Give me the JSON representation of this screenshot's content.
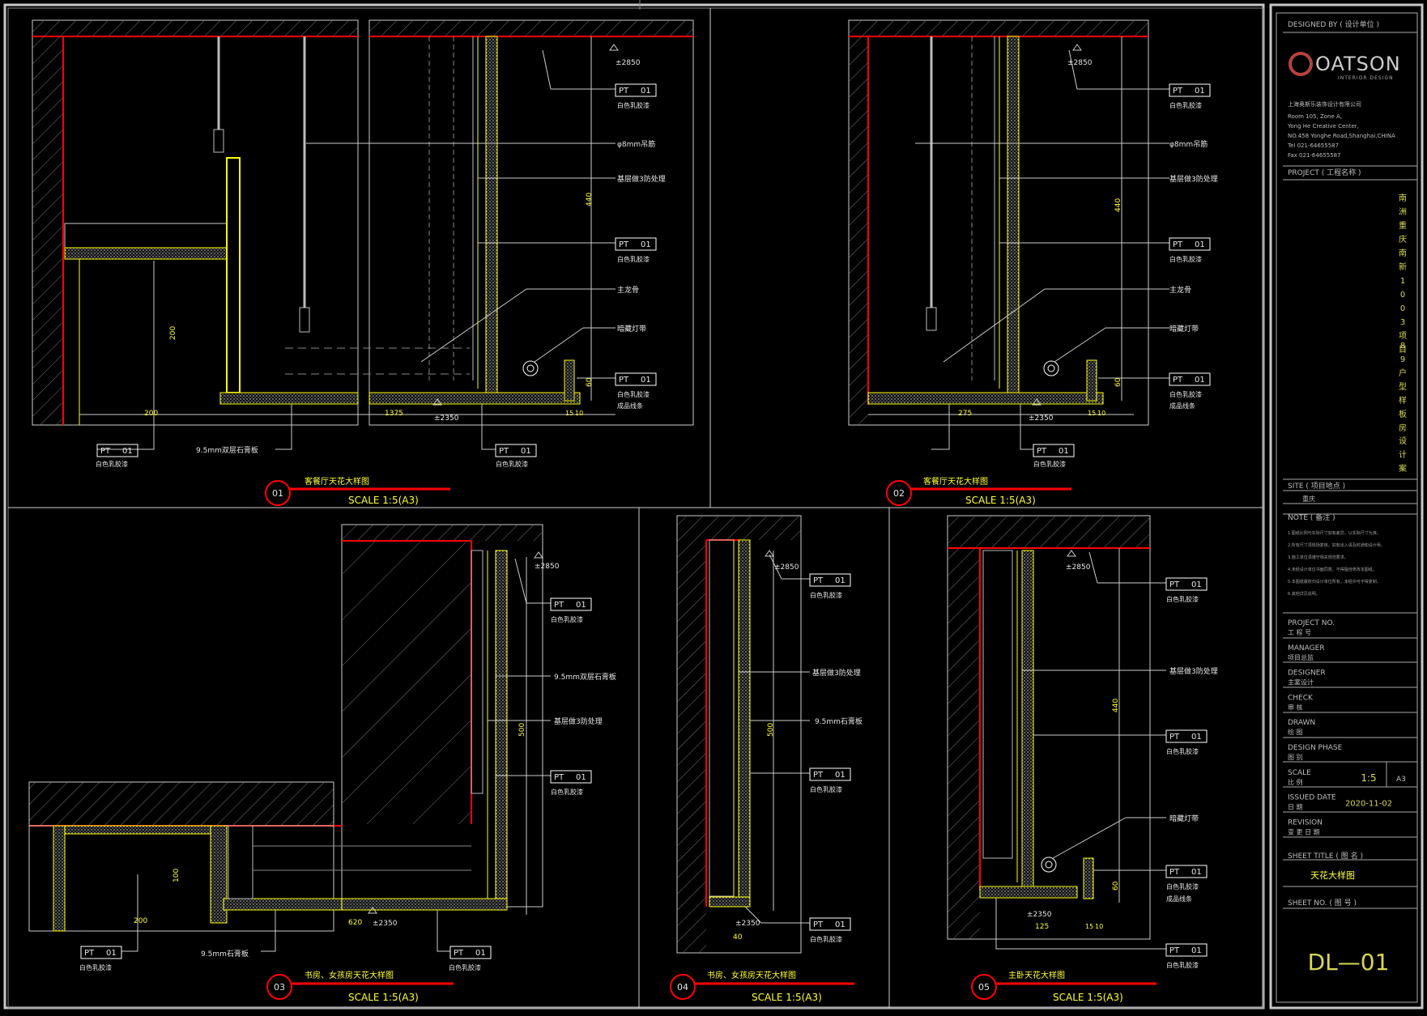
{
  "colors": {
    "background": "#000000",
    "frame": "#c8c8c8",
    "accent_red": "#ff0000",
    "yellow": "#ffff00",
    "line": "#d0d0d0"
  },
  "title_block": {
    "designed_by": "DESIGNED BY ( 设计单位 )",
    "logo_text": "OATSON",
    "logo_sub": "INTERIOR DESIGN",
    "company_cn": "上海奥斯乐装饰设计有限公司",
    "address": [
      "Room 105, Zone A,",
      "Yong He Creative Center,",
      "NO.458 Yonghe Road,Shanghai,CHINA",
      "Tel    021-64655587",
      "Fax    021-64655587"
    ],
    "project_label": "PROJECT ( 工程名称 )",
    "project_name_1": "南洲重庆南新1003项目",
    "project_name_2": "89户型样板房",
    "project_name_3": "设计案",
    "site_label": "SITE ( 项目地点 )",
    "site_value": "重庆",
    "note_label": "NOTE ( 备注 )",
    "notes": [
      "1.图纸比例与实际尺寸如有差异，以实际尺寸为准。",
      "2.所有尺寸须现场复核，如有出入请及时通知设计师。",
      "3.施工单位须遵守相关规范要求。",
      "4.未经设计单位书面同意，不得擅自修改本图纸。",
      "5.本图纸版权归设计单位所有，未经许可不得复制。",
      "6.其他详见说明。"
    ],
    "fields": [
      {
        "label": "PROJECT NO.",
        "cn": "工 程 号",
        "value": ""
      },
      {
        "label": "MANAGER",
        "cn": "项目总监",
        "value": ""
      },
      {
        "label": "DESIGNER",
        "cn": "主案设计",
        "value": ""
      },
      {
        "label": "CHECK",
        "cn": "审  核",
        "value": ""
      },
      {
        "label": "DRAWN",
        "cn": "绘  图",
        "value": ""
      },
      {
        "label": "DESIGN PHASE",
        "cn": "图  别",
        "value": ""
      },
      {
        "label": "SCALE",
        "cn": "比  例",
        "value": "1:5",
        "extra": "A3"
      },
      {
        "label": "ISSUED DATE",
        "cn": "日  期",
        "value": "2020-11-02"
      },
      {
        "label": "REVISION",
        "cn": "变 更 日 期",
        "value": ""
      }
    ],
    "sheet_title_label": "SHEET TITLE ( 图  名 )",
    "sheet_title_value": "天花大样图",
    "sheet_no_label": "SHEET NO. ( 图  号 )",
    "sheet_no_value": "DL—01"
  },
  "details": [
    {
      "num": "01",
      "title": "客餐厅天花大样图",
      "scale": "SCALE 1:5(A3)",
      "levels": [
        "±2850",
        "±2350"
      ],
      "dims": [
        "440",
        "60",
        "200",
        "200",
        "1375",
        "15",
        "10"
      ],
      "labels": [
        "PT",
        "01",
        "白色乳胶漆",
        "φ8mm吊筋",
        "基层做3防处理",
        "主龙骨",
        "暗藏灯带",
        "成品线条",
        "9.5mm双层石膏板"
      ]
    },
    {
      "num": "02",
      "title": "客餐厅天花大样图",
      "scale": "SCALE 1:5(A3)",
      "levels": [
        "±2850",
        "±2350"
      ],
      "dims": [
        "440",
        "60",
        "275",
        "15",
        "10"
      ],
      "labels": [
        "PT",
        "01",
        "白色乳胶漆",
        "φ8mm吊筋",
        "基层做3防处理",
        "主龙骨",
        "暗藏灯带",
        "成品线条"
      ]
    },
    {
      "num": "03",
      "title": "书房、女孩房天花大样图",
      "scale": "SCALE 1:5(A3)",
      "levels": [
        "±2850",
        "±2350"
      ],
      "dims": [
        "500",
        "100",
        "200",
        "620"
      ],
      "labels": [
        "PT",
        "01",
        "白色乳胶漆",
        "9.5mm双层石膏板",
        "基层做3防处理",
        "9.5mm石膏板"
      ]
    },
    {
      "num": "04",
      "title": "书房、女孩房天花大样图",
      "scale": "SCALE 1:5(A3)",
      "levels": [
        "±2850",
        "±2350"
      ],
      "dims": [
        "500",
        "40"
      ],
      "labels": [
        "PT",
        "01",
        "白色乳胶漆",
        "基层做3防处理",
        "9.5mm石膏板"
      ]
    },
    {
      "num": "05",
      "title": "主卧天花大样图",
      "scale": "SCALE 1:5(A3)",
      "levels": [
        "±2850",
        "±2350"
      ],
      "dims": [
        "440",
        "60",
        "125",
        "15",
        "10"
      ],
      "labels": [
        "PT",
        "01",
        "白色乳胶漆",
        "基层做3防处理",
        "暗藏灯带",
        "成品线条"
      ]
    }
  ]
}
